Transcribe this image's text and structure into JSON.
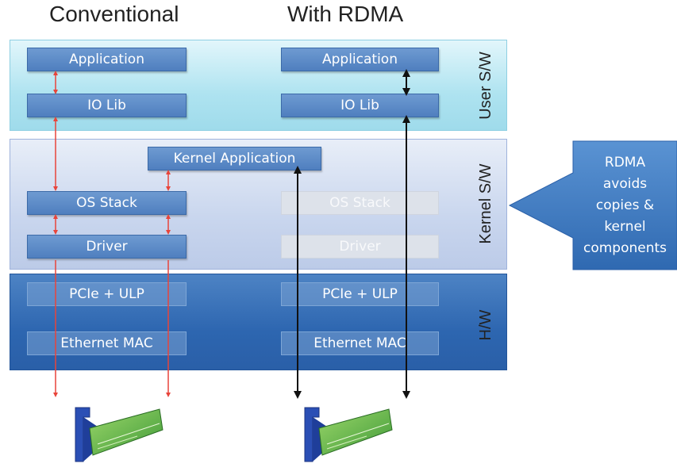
{
  "titles": {
    "conventional": "Conventional",
    "rdma": "With RDMA"
  },
  "layers": {
    "user": "User S/W",
    "kernel": "Kernel S/W",
    "hw": "H/W"
  },
  "conventional": {
    "application": "Application",
    "io_lib": "IO Lib",
    "kernel_application": "Kernel Application",
    "os_stack": "OS Stack",
    "driver": "Driver",
    "pcie": "PCIe + ULP",
    "ethernet": "Ethernet MAC"
  },
  "rdma": {
    "application": "Application",
    "io_lib": "IO Lib",
    "os_stack": "OS Stack",
    "driver": "Driver",
    "pcie": "PCIe + ULP",
    "ethernet": "Ethernet MAC"
  },
  "callout": {
    "lines": [
      "RDMA",
      "avoids",
      "copies &",
      "kernel",
      "components"
    ]
  },
  "colors": {
    "conventional_arrow": "#e8443a",
    "rdma_arrow": "#111111",
    "box": "#5585c4",
    "callout": "#3a78c0"
  },
  "icons": {
    "nic_card": "network-interface-card-icon",
    "callout_arrow": "left-arrow-callout-icon"
  }
}
